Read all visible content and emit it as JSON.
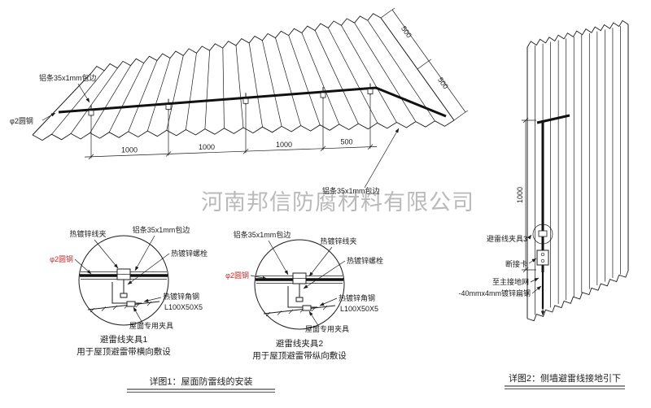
{
  "watermark": "河南邦信防腐材料有限公司",
  "dims": {
    "thousand": "1000",
    "five_hundred": "500"
  },
  "roof": {
    "label_alu_top": "铝条35x1mm包边",
    "label_alu_bottom": "铝条35x1mm包边",
    "label_round_steel": "φ2圆钢"
  },
  "detail1": {
    "labels": {
      "clip": "热镀锌线夹",
      "alu": "铝条35x1mm包边",
      "bolt": "热镀锌螺栓",
      "round_steel": "φ2圆钢",
      "angle": "热镀锌角钢",
      "angle_spec": "L100X50X5",
      "roof_clamp": "屋面专用夹具"
    },
    "title": "避雷线夹具1",
    "subtitle": "用于屋顶避雷带横向敷设"
  },
  "detail2": {
    "labels": {
      "clip": "热镀锌线夹",
      "alu": "铝条35x1mm包边",
      "bolt": "热镀锌螺栓",
      "round_steel": "φ2圆钢",
      "angle": "热镀锌角钢",
      "angle_spec": "L100X50X5",
      "roof_clamp": "屋面专用夹具"
    },
    "title": "避雷线夹具2",
    "subtitle": "用于屋顶避雷带纵向敷设"
  },
  "wall": {
    "labels": {
      "clamp3": "避雷线夹具3",
      "disconnect": "断接卡",
      "to_ground": "至主接地网",
      "flat_steel": "-40mmx4mm镀锌扁钢"
    }
  },
  "captions": {
    "fig1": "详图1：屋面防雷线的安装",
    "fig2": "详图2：侧墙避雷线接地引下"
  }
}
